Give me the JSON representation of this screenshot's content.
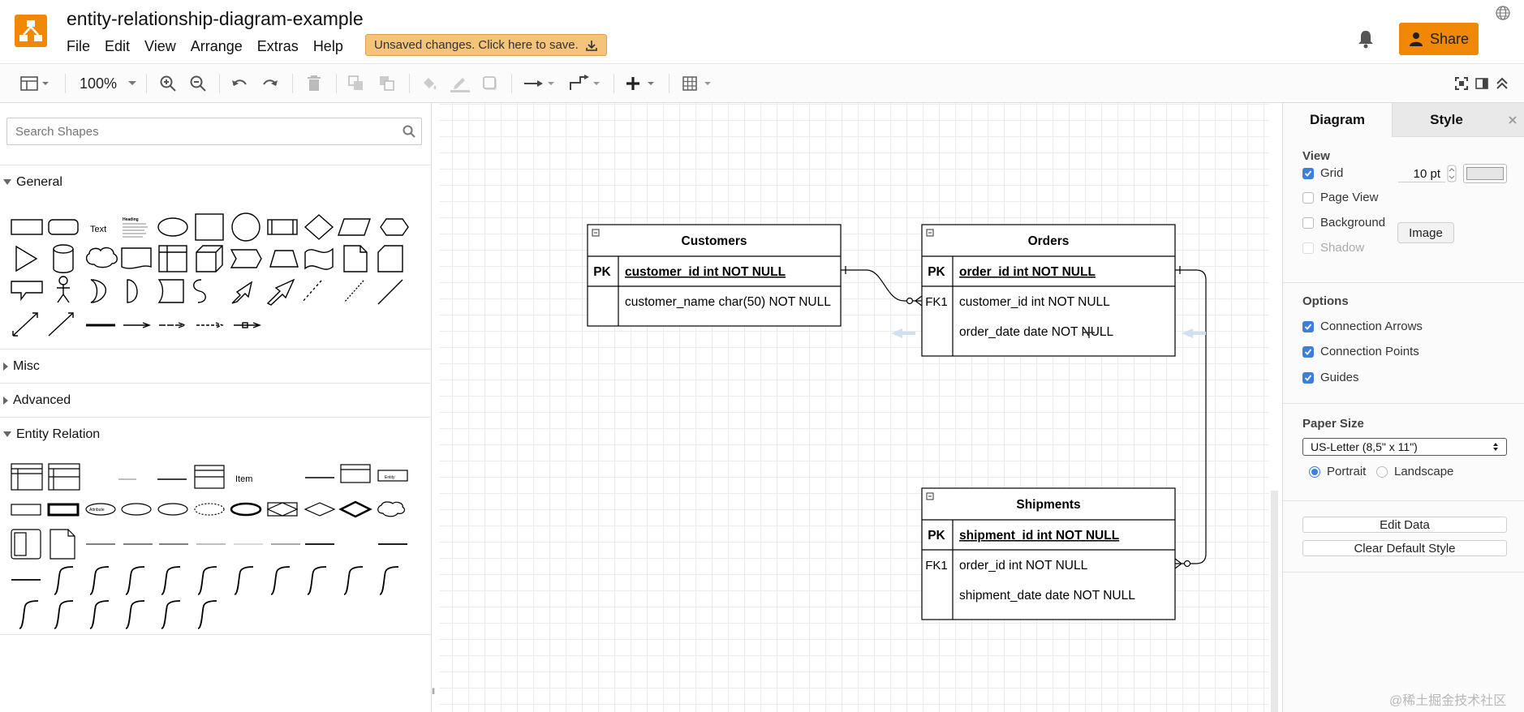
{
  "header": {
    "title": "entity-relationship-diagram-example",
    "menu": [
      "File",
      "Edit",
      "View",
      "Arrange",
      "Extras",
      "Help"
    ],
    "unsaved_label": "Unsaved changes. Click here to save.",
    "share_label": "Share"
  },
  "toolbar": {
    "zoom": "100%"
  },
  "sidebar": {
    "search_placeholder": "Search Shapes",
    "sections": [
      "General",
      "Misc",
      "Advanced",
      "Entity Relation"
    ],
    "general_text": "Text",
    "general_heading": "Heading",
    "er_item_label": "Item",
    "er_entity_label": "Entity",
    "er_attribute_label": "Attribute"
  },
  "diagram": {
    "customers": {
      "title": "Customers",
      "rows": [
        {
          "key": "PK",
          "field": "customer_id int NOT NULL"
        },
        {
          "key": "",
          "field": "customer_name char(50) NOT NULL"
        }
      ]
    },
    "orders": {
      "title": "Orders",
      "rows": [
        {
          "key": "PK",
          "field": "order_id int NOT NULL"
        },
        {
          "key": "FK1",
          "field": "customer_id int NOT NULL"
        },
        {
          "key": "",
          "field": "order_date date NOT NULL"
        }
      ]
    },
    "shipments": {
      "title": "Shipments",
      "rows": [
        {
          "key": "PK",
          "field": "shipment_id int NOT NULL"
        },
        {
          "key": "FK1",
          "field": "order_id int NOT NULL"
        },
        {
          "key": "",
          "field": "shipment_date date NOT NULL"
        }
      ]
    }
  },
  "panel": {
    "tabs": [
      "Diagram",
      "Style"
    ],
    "view_heading": "View",
    "grid_label": "Grid",
    "grid_size": "10 pt",
    "page_view_label": "Page View",
    "background_label": "Background",
    "image_button": "Image",
    "shadow_label": "Shadow",
    "options_heading": "Options",
    "connection_arrows": "Connection Arrows",
    "connection_points": "Connection Points",
    "guides": "Guides",
    "paper_heading": "Paper Size",
    "paper_value": "US-Letter (8,5\" x 11\")",
    "portrait": "Portrait",
    "landscape": "Landscape",
    "edit_data": "Edit Data",
    "clear_style": "Clear Default Style",
    "grid_checked": true,
    "page_view_checked": false,
    "background_checked": false,
    "shadow_checked": false,
    "connection_arrows_checked": true,
    "connection_points_checked": true,
    "guides_checked": true,
    "orientation": "portrait"
  },
  "watermark": "@稀土掘金技术社区",
  "colors": {
    "accent": "#f08705",
    "checkbox": "#3d7fdc"
  }
}
